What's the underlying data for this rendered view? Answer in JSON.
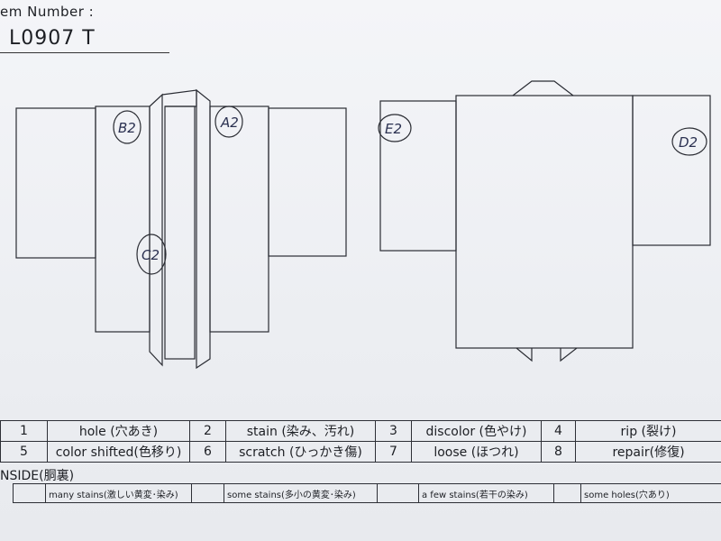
{
  "header": {
    "item_number_label": "em Number :",
    "item_number_value": "L0907   T"
  },
  "annotations": {
    "front_left": "B2",
    "front_right": "A2",
    "front_center": "C2",
    "back_left": "E2",
    "back_right": "D2"
  },
  "legend": {
    "rows": [
      [
        {
          "num": "1",
          "label": "hole (穴あき)"
        },
        {
          "num": "2",
          "label": "stain (染み、汚れ)"
        },
        {
          "num": "3",
          "label": "discolor (色やけ)"
        },
        {
          "num": "4",
          "label": "rip (裂け)"
        }
      ],
      [
        {
          "num": "5",
          "label": "color shifted(色移り)"
        },
        {
          "num": "6",
          "label": "scratch (ひっかき傷)"
        },
        {
          "num": "7",
          "label": "loose (ほつれ)"
        },
        {
          "num": "8",
          "label": "repair(修復)"
        }
      ]
    ]
  },
  "inside": {
    "label": "NSIDE(胴裏)",
    "options": [
      "many stains(激しい黄変･染み)",
      "some stains(多小の黄変･染み)",
      "a few stains(若干の染み)",
      "some holes(穴あり)"
    ]
  }
}
